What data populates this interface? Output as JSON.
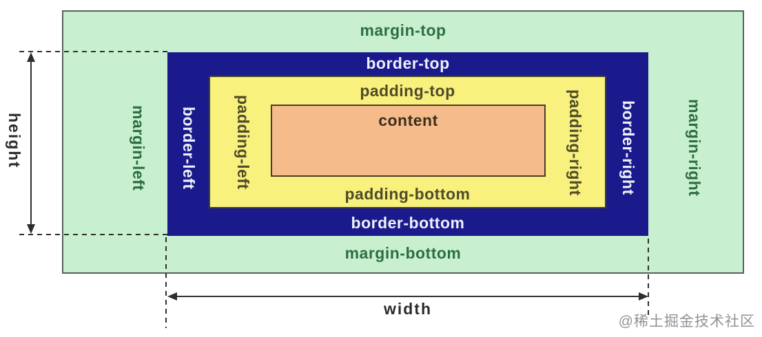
{
  "boxes": {
    "margin": {
      "label_top": "margin-top",
      "label_bottom": "margin-bottom",
      "label_left": "margin-left",
      "label_right": "margin-right"
    },
    "border": {
      "label_top": "border-top",
      "label_bottom": "border-bottom",
      "label_left": "border-left",
      "label_right": "border-right"
    },
    "padding": {
      "label_top": "padding-top",
      "label_bottom": "padding-bottom",
      "label_left": "padding-left",
      "label_right": "padding-right"
    },
    "content": {
      "label": "content"
    }
  },
  "dimensions": {
    "height_label": "height",
    "width_label": "width"
  },
  "watermark": "@稀土掘金技术社区",
  "colors": {
    "margin-bg": "#c8f0d0",
    "border-bg": "#1a1a8c",
    "padding-bg": "#f8f17e",
    "content-bg": "#f6bb8b",
    "margin-text": "#2d6e41",
    "border-text": "#eef0fa",
    "padding-text": "#4f4b28",
    "content-text": "#3d2e1b",
    "dimension-text": "#2b2b2b",
    "watermark-text": "#909298",
    "guide-line": "#2e2e2e"
  }
}
